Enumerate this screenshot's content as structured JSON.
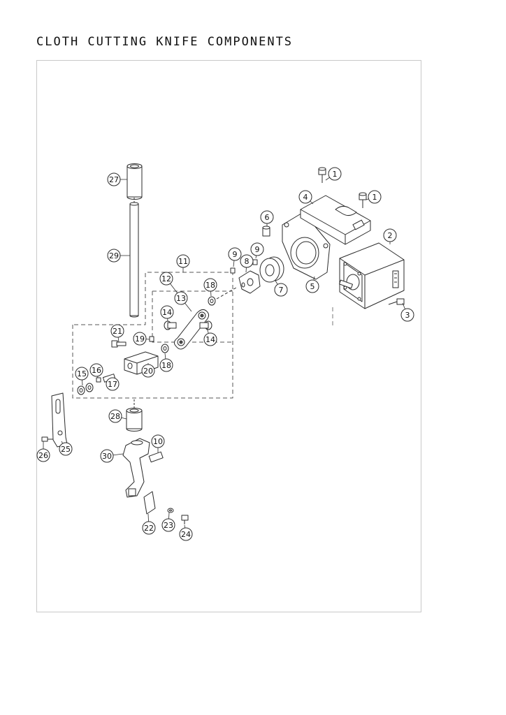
{
  "page": {
    "title": "CLOTH CUTTING KNIFE COMPONENTS"
  },
  "colors": {
    "line": "#2a2a2a",
    "frame": "#c9c9c9",
    "part_fill": "#ffffff",
    "shade": "#9a9a9a",
    "dark": "#555555"
  },
  "callouts": [
    "1",
    "1",
    "2",
    "3",
    "4",
    "5",
    "6",
    "7",
    "8",
    "9",
    "9",
    "10",
    "11",
    "12",
    "13",
    "14",
    "14",
    "15",
    "16",
    "17",
    "18",
    "18",
    "19",
    "20",
    "21",
    "22",
    "23",
    "24",
    "25",
    "26",
    "27",
    "28",
    "29",
    "30"
  ]
}
